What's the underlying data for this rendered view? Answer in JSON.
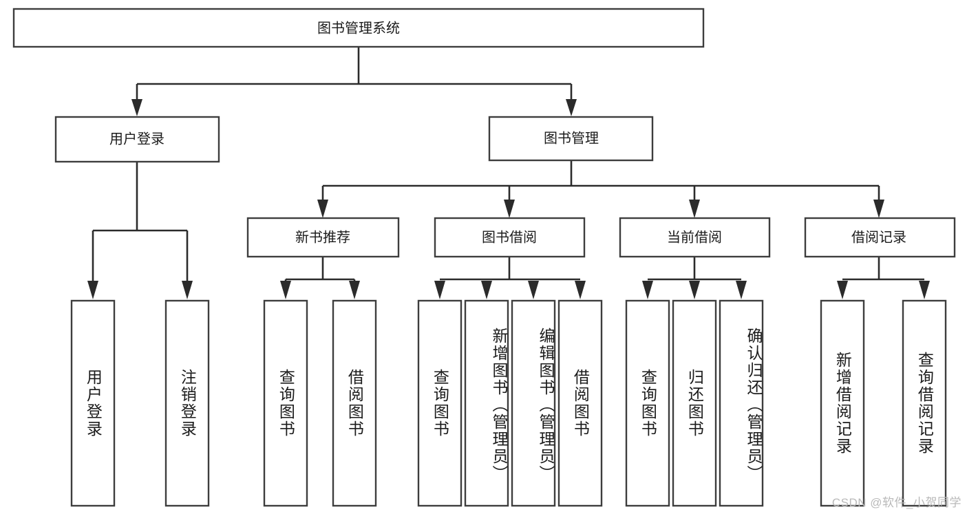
{
  "diagram": {
    "title": "图书管理系统",
    "watermark": "CSDN @软件_小贺同学",
    "colors": {
      "box_stroke": "#3d3d3d",
      "connector": "#2b2b2b",
      "background": "#ffffff",
      "text": "#1b1b1b",
      "watermark": "#b9b9b9"
    },
    "root": {
      "label": "图书管理系统"
    },
    "level1": [
      {
        "label": "用户登录"
      },
      {
        "label": "图书管理"
      }
    ],
    "level2": [
      {
        "label": "新书推荐"
      },
      {
        "label": "图书借阅"
      },
      {
        "label": "当前借阅"
      },
      {
        "label": "借阅记录"
      }
    ],
    "leaves": {
      "user_login": [
        {
          "label": "用户登录"
        },
        {
          "label": "注销登录"
        }
      ],
      "new_book_recommend": [
        {
          "label": "查询图书"
        },
        {
          "label": "借阅图书"
        }
      ],
      "book_borrow": [
        {
          "label": "查询图书"
        },
        {
          "label": "新增图书（管理员）"
        },
        {
          "label": "编辑图书（管理员）"
        },
        {
          "label": "借阅图书"
        }
      ],
      "current_borrow": [
        {
          "label": "查询图书"
        },
        {
          "label": "归还图书"
        },
        {
          "label": "确认归还（管理员）"
        }
      ],
      "borrow_record": [
        {
          "label": "新增借阅记录"
        },
        {
          "label": "查询借阅记录"
        }
      ]
    }
  }
}
